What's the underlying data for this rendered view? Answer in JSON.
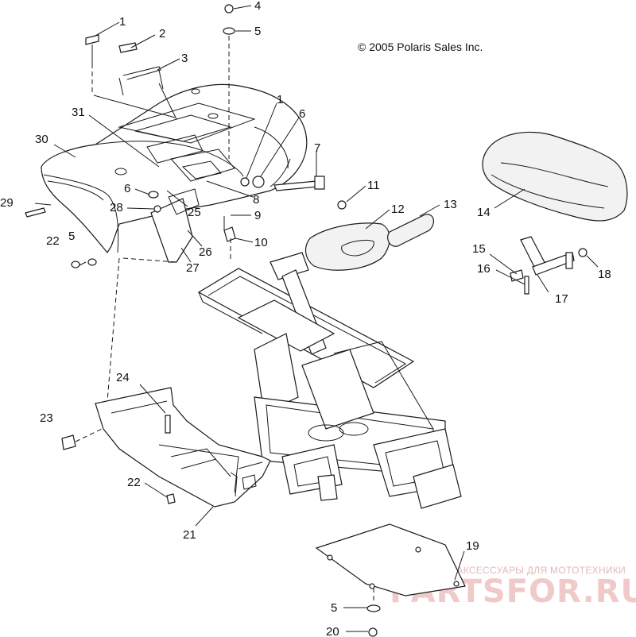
{
  "copyright": "© 2005 Polaris Sales Inc.",
  "watermark": {
    "tagline": "ЗАПЧАСТИ И АКСЕССУАРЫ ДЛЯ МОТОТЕХНИКИ",
    "brand": "PARTSFOR.RU",
    "color": "#e8b8b8"
  },
  "callouts": {
    "c1a": "1",
    "c2": "2",
    "c3": "3",
    "c4": "4",
    "c5a": "5",
    "c31": "31",
    "c1b": "1",
    "c6a": "6",
    "c7": "7",
    "c30": "30",
    "c6b": "6",
    "c8": "8",
    "c29": "29",
    "c28": "28",
    "c25": "25",
    "c9": "9",
    "c11": "11",
    "c12": "12",
    "c13": "13",
    "c14": "14",
    "c10": "10",
    "c22a": "22",
    "c5b": "5",
    "c26": "26",
    "c27": "27",
    "c15": "15",
    "c16": "16",
    "c17": "17",
    "c18": "18",
    "c24": "24",
    "c23": "23",
    "c22b": "22",
    "c21": "21",
    "c19": "19",
    "c5c": "5",
    "c20": "20"
  }
}
